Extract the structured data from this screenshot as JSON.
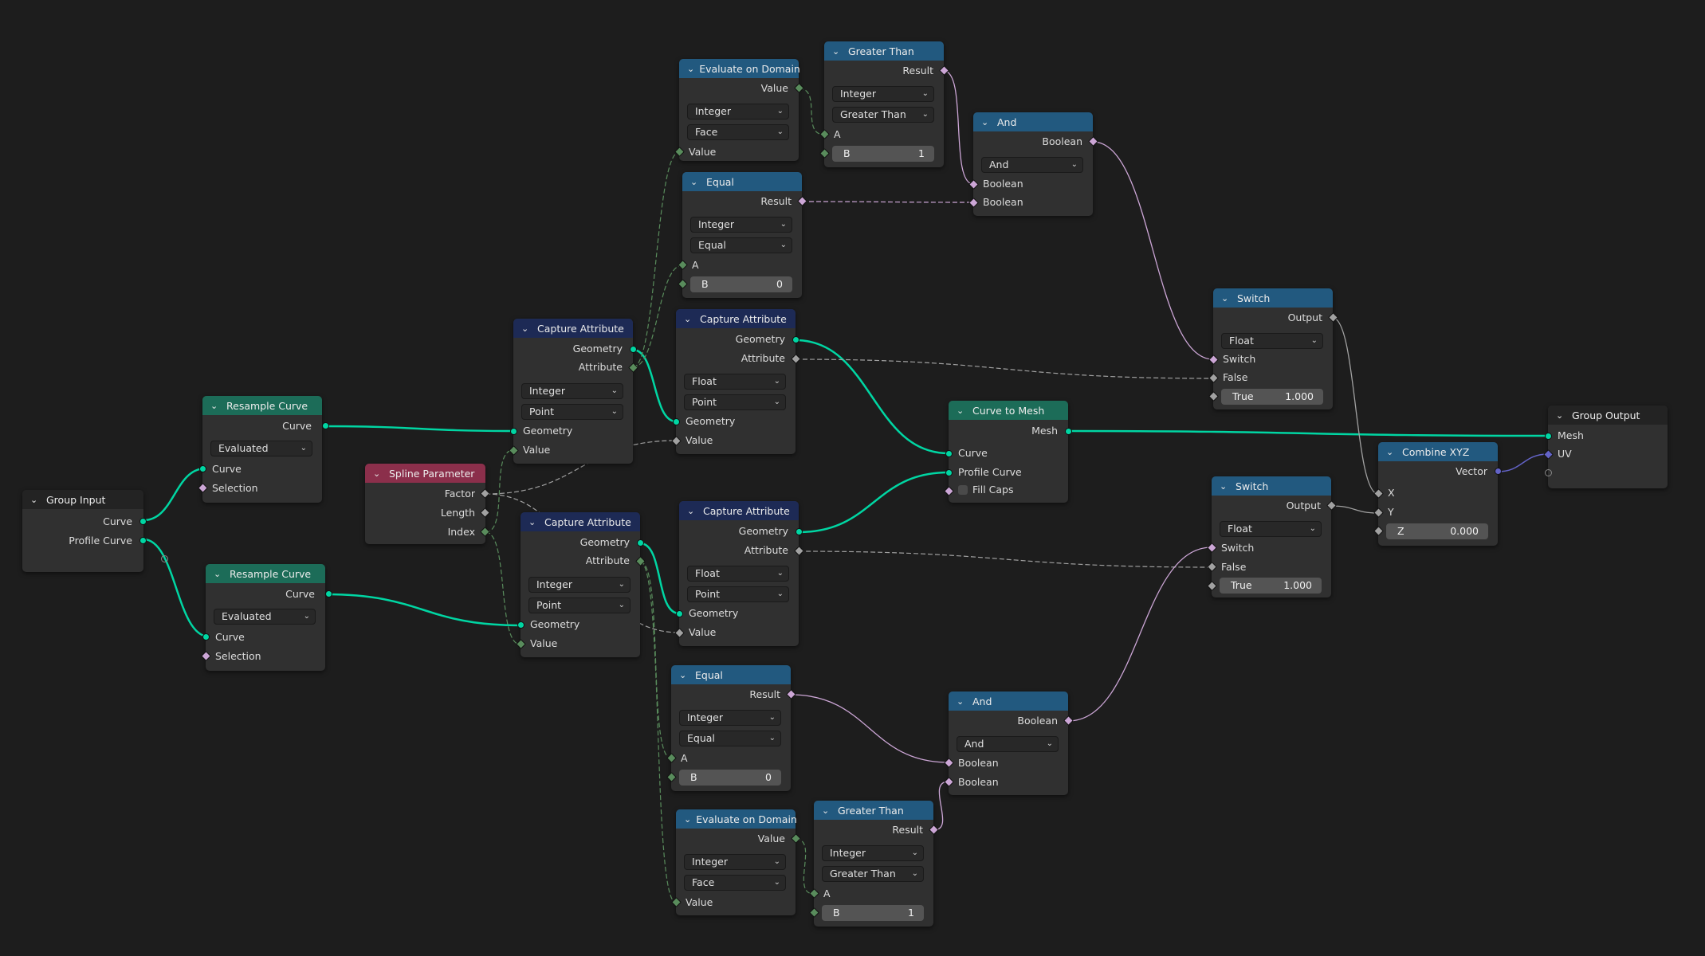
{
  "nodes": {
    "group_input": {
      "title": "Group Input",
      "outputs": [
        "Curve",
        "Profile Curve"
      ]
    },
    "resample_1": {
      "title": "Resample Curve",
      "output": "Curve",
      "mode": "Evaluated",
      "inputs": [
        "Curve",
        "Selection"
      ]
    },
    "resample_2": {
      "title": "Resample Curve",
      "output": "Curve",
      "mode": "Evaluated",
      "inputs": [
        "Curve",
        "Selection"
      ]
    },
    "spline_param": {
      "title": "Spline Parameter",
      "outputs": [
        "Factor",
        "Length",
        "Index"
      ]
    },
    "capture_1": {
      "title": "Capture Attribute",
      "outputs": [
        "Geometry",
        "Attribute"
      ],
      "data_type": "Integer",
      "domain": "Point",
      "inputs": [
        "Geometry",
        "Value"
      ]
    },
    "capture_2": {
      "title": "Capture Attribute",
      "outputs": [
        "Geometry",
        "Attribute"
      ],
      "data_type": "Integer",
      "domain": "Point",
      "inputs": [
        "Geometry",
        "Value"
      ]
    },
    "capture_3": {
      "title": "Capture Attribute",
      "outputs": [
        "Geometry",
        "Attribute"
      ],
      "data_type": "Float",
      "domain": "Point",
      "inputs": [
        "Geometry",
        "Value"
      ]
    },
    "capture_4": {
      "title": "Capture Attribute",
      "outputs": [
        "Geometry",
        "Attribute"
      ],
      "data_type": "Float",
      "domain": "Point",
      "inputs": [
        "Geometry",
        "Value"
      ]
    },
    "eval_domain_1": {
      "title": "Evaluate on Domain",
      "output": "Value",
      "data_type": "Integer",
      "domain": "Face",
      "input": "Value"
    },
    "eval_domain_2": {
      "title": "Evaluate on Domain",
      "output": "Value",
      "data_type": "Integer",
      "domain": "Face",
      "input": "Value"
    },
    "greater_1": {
      "title": "Greater Than",
      "output": "Result",
      "data_type": "Integer",
      "operation": "Greater Than",
      "input_a": "A",
      "input_b_label": "B",
      "input_b_value": "1"
    },
    "greater_2": {
      "title": "Greater Than",
      "output": "Result",
      "data_type": "Integer",
      "operation": "Greater Than",
      "input_a": "A",
      "input_b_label": "B",
      "input_b_value": "1"
    },
    "equal_1": {
      "title": "Equal",
      "output": "Result",
      "data_type": "Integer",
      "operation": "Equal",
      "input_a": "A",
      "input_b_label": "B",
      "input_b_value": "0"
    },
    "equal_2": {
      "title": "Equal",
      "output": "Result",
      "data_type": "Integer",
      "operation": "Equal",
      "input_a": "A",
      "input_b_label": "B",
      "input_b_value": "0"
    },
    "and_1": {
      "title": "And",
      "output": "Boolean",
      "operation": "And",
      "inputs": [
        "Boolean",
        "Boolean"
      ]
    },
    "and_2": {
      "title": "And",
      "output": "Boolean",
      "operation": "And",
      "inputs": [
        "Boolean",
        "Boolean"
      ]
    },
    "curve_to_mesh": {
      "title": "Curve to Mesh",
      "output": "Mesh",
      "inputs": [
        "Curve",
        "Profile Curve"
      ],
      "fill_caps": "Fill Caps"
    },
    "switch_1": {
      "title": "Switch",
      "output": "Output",
      "data_type": "Float",
      "inputs": [
        "Switch",
        "False"
      ],
      "true_label": "True",
      "true_value": "1.000"
    },
    "switch_2": {
      "title": "Switch",
      "output": "Output",
      "data_type": "Float",
      "inputs": [
        "Switch",
        "False"
      ],
      "true_label": "True",
      "true_value": "1.000"
    },
    "combine_xyz": {
      "title": "Combine XYZ",
      "output": "Vector",
      "inputs": [
        "X",
        "Y"
      ],
      "z_label": "Z",
      "z_value": "0.000"
    },
    "group_output": {
      "title": "Group Output",
      "inputs": [
        "Mesh",
        "UV"
      ]
    }
  },
  "colors": {
    "geometry_socket": "#00d6a3",
    "integer_socket": "#598c5c",
    "float_socket": "#a1a1a1",
    "boolean_socket": "#cca6d6",
    "vector_socket": "#6363c7",
    "header_geometry": "#1c6c58",
    "header_math": "#22597f",
    "header_attribute": "#1d2a55",
    "header_input": "#8b2f4b",
    "background": "#1d1d1d",
    "node_body": "#303030"
  }
}
